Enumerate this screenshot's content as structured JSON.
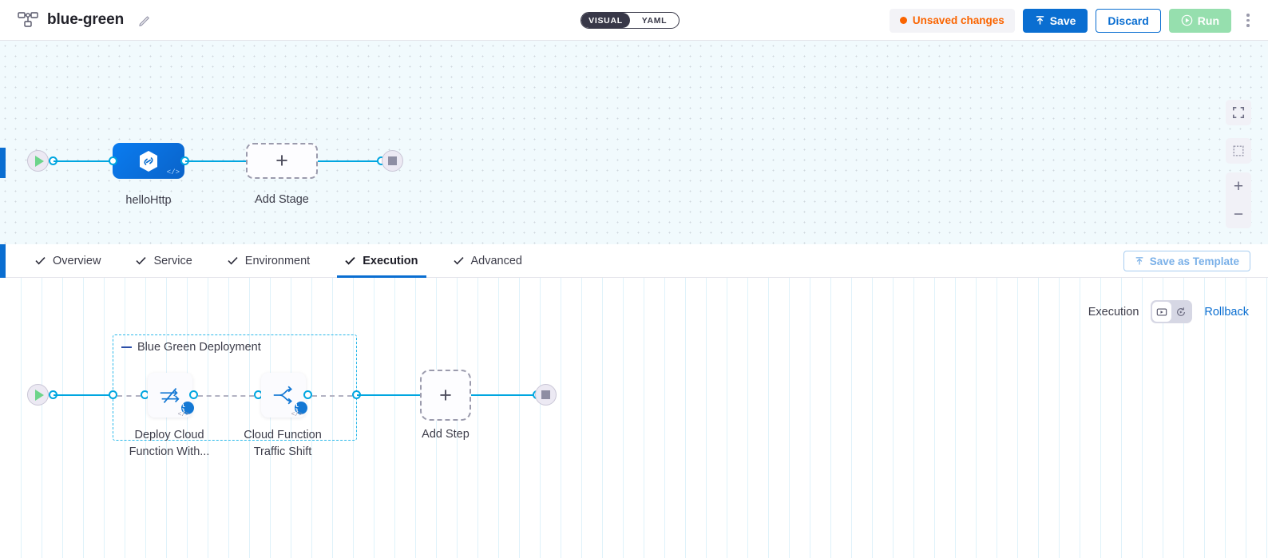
{
  "header": {
    "pipeline_icon": "pipeline-hierarchy-icon",
    "title": "blue-green",
    "edit_icon": "pencil-edit-icon",
    "mode_toggle": {
      "visual": "VISUAL",
      "yaml": "YAML",
      "selected": "VISUAL"
    },
    "unsaved_label": "Unsaved changes",
    "save_label": "Save",
    "discard_label": "Discard",
    "run_label": "Run",
    "menu_icon": "kebab-menu-icon",
    "colors": {
      "accent_blue": "#0a6ed1",
      "unsaved_orange": "#fa6400",
      "run_green": "#96dfae",
      "toggle_dark": "#383848"
    }
  },
  "stage_canvas": {
    "start_node": "start-node",
    "end_node": "end-node",
    "stage": {
      "label": "helloHttp",
      "icon": "hexagon-link-icon",
      "code_glyph": "</>"
    },
    "add_stage": {
      "label": "Add Stage",
      "icon": "plus-icon"
    },
    "controls": [
      {
        "name": "fit-screen-icon"
      },
      {
        "name": "select-region-icon"
      },
      {
        "name": "zoom-in-icon",
        "label": "+"
      },
      {
        "name": "zoom-out-icon",
        "label": "−"
      }
    ]
  },
  "tabs": {
    "items": [
      {
        "label": "Overview",
        "active": false
      },
      {
        "label": "Service",
        "active": false
      },
      {
        "label": "Environment",
        "active": false
      },
      {
        "label": "Execution",
        "active": true
      },
      {
        "label": "Advanced",
        "active": false
      }
    ],
    "save_template_label": "Save as Template",
    "save_template_icon": "upload-template-icon"
  },
  "execution": {
    "exec_label": "Execution",
    "toggle": {
      "left_icon": "execution-play-box-icon",
      "right_icon": "rollback-rotate-icon",
      "selected": "left"
    },
    "rollback_label": "Rollback",
    "group": {
      "title": "Blue Green Deployment",
      "collapse_icon": "collapse-dash-icon",
      "steps": [
        {
          "label_line1": "Deploy Cloud",
          "label_line2": "Function With...",
          "icon": "deploy-swap-arrows-icon",
          "badge": "{ }",
          "code_glyph": "</>"
        },
        {
          "label_line1": "Cloud Function",
          "label_line2": "Traffic Shift",
          "icon": "traffic-split-icon",
          "badge": "{ }",
          "code_glyph": "</>"
        }
      ]
    },
    "add_step": {
      "label": "Add Step",
      "icon": "plus-icon"
    },
    "start_node": "start-node",
    "end_node": "end-node"
  }
}
